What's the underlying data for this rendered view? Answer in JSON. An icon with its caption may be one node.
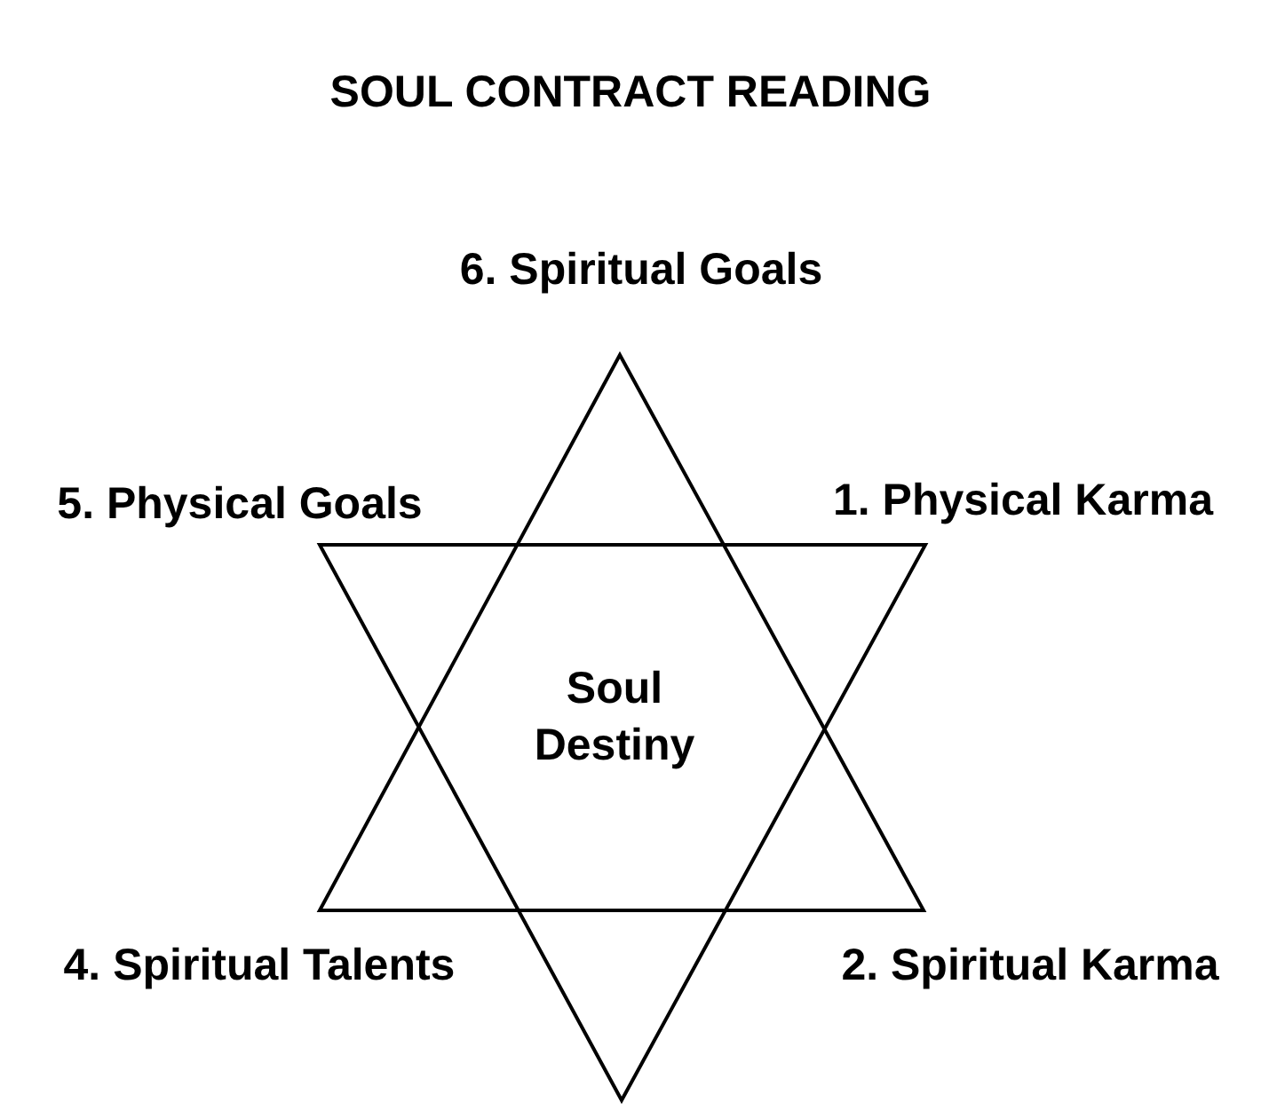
{
  "diagram": {
    "title": "SOUL CONTRACT READING",
    "nodes": [
      {
        "text": [
          "Soul Destiny"
        ]
      }
    ],
    "labels": [
      "6. Spiritual Goals",
      "5. Physical Goals",
      "1. Physical Karma",
      "4. Spiritual Talents",
      "2. Spiritual Karma"
    ]
  }
}
